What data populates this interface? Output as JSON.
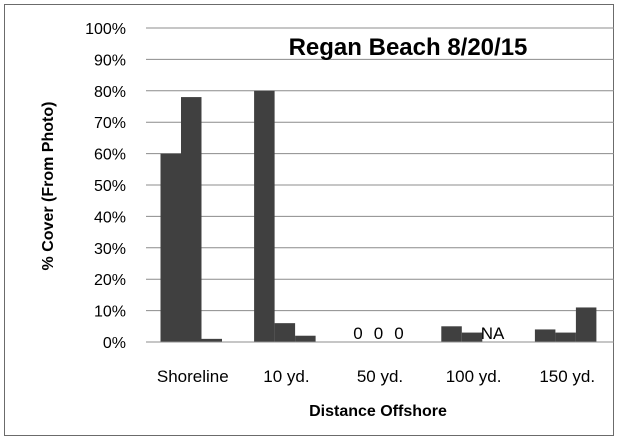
{
  "chart_data": {
    "type": "bar",
    "title": "Regan Beach 8/20/15",
    "xlabel": "Distance Offshore",
    "ylabel": "% Cover (From Photo)",
    "categories": [
      "Shoreline",
      "10 yd.",
      "50 yd.",
      "100 yd.",
      "150 yd."
    ],
    "series": [
      {
        "values": [
          60,
          80,
          0,
          5,
          4
        ]
      },
      {
        "values": [
          78,
          6,
          0,
          3,
          3
        ]
      },
      {
        "values": [
          1,
          2,
          0,
          null,
          11
        ]
      }
    ],
    "y_ticks": [
      "0%",
      "10%",
      "20%",
      "30%",
      "40%",
      "50%",
      "60%",
      "70%",
      "80%",
      "90%",
      "100%"
    ],
    "ylim": [
      0,
      100
    ],
    "grid": true,
    "bar_color": "#404040",
    "annotations": [
      {
        "category": "50 yd.",
        "series_index": 0,
        "text": "0"
      },
      {
        "category": "50 yd.",
        "series_index": 1,
        "text": "0"
      },
      {
        "category": "50 yd.",
        "series_index": 2,
        "text": "0"
      },
      {
        "category": "100 yd.",
        "series_index": 2,
        "text": "NA"
      }
    ]
  }
}
